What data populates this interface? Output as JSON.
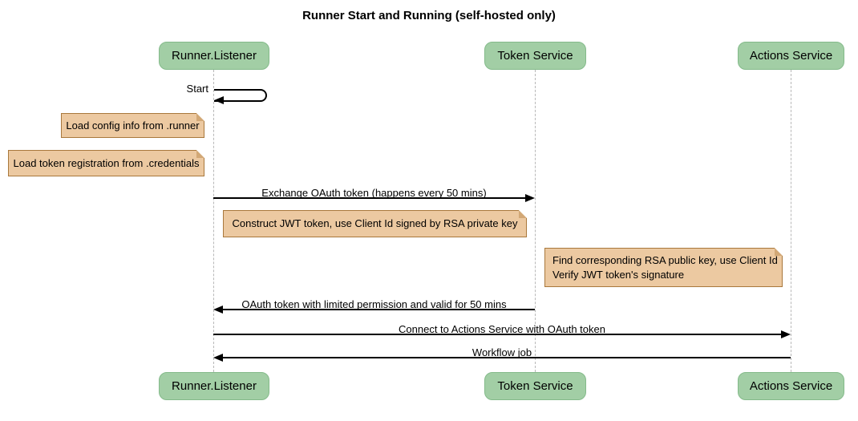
{
  "title": "Runner Start and Running (self-hosted only)",
  "participants": [
    {
      "label": "Runner.Listener"
    },
    {
      "label": "Token Service"
    },
    {
      "label": "Actions Service"
    }
  ],
  "messages": [
    {
      "from": "Runner.Listener",
      "to": "Runner.Listener",
      "kind": "self",
      "label": "Start"
    },
    {
      "from": "Runner.Listener",
      "to": "Token Service",
      "kind": "solid-arrow",
      "label": "Exchange OAuth token (happens every 50 mins)"
    },
    {
      "from": "Token Service",
      "to": "Runner.Listener",
      "kind": "solid-arrow",
      "label": "OAuth token with limited permission and valid for 50 mins"
    },
    {
      "from": "Runner.Listener",
      "to": "Actions Service",
      "kind": "solid-arrow",
      "label": "Connect to Actions Service with OAuth token"
    },
    {
      "from": "Actions Service",
      "to": "Runner.Listener",
      "kind": "solid-arrow",
      "label": "Workflow job"
    }
  ],
  "notes": [
    {
      "over": "Runner.Listener",
      "text": "Load config info from .runner"
    },
    {
      "over": "Runner.Listener",
      "text": "Load token registration from .credentials"
    },
    {
      "over": "Runner.Listener, Token Service",
      "text": "Construct JWT token, use Client Id signed by RSA private key"
    },
    {
      "over": "Token Service, Actions Service",
      "line1": "Find corresponding RSA public key, use Client Id",
      "line2": "Verify JWT token's signature"
    }
  ],
  "colors": {
    "participant_fill": "#a2cea5",
    "participant_border": "#84ba8a",
    "note_fill": "#ecc9a1",
    "note_border": "#a9783c",
    "note_fold": "#d2a876",
    "lifeline": "#b8b8b8",
    "message": "#000000",
    "background": "#ffffff"
  }
}
